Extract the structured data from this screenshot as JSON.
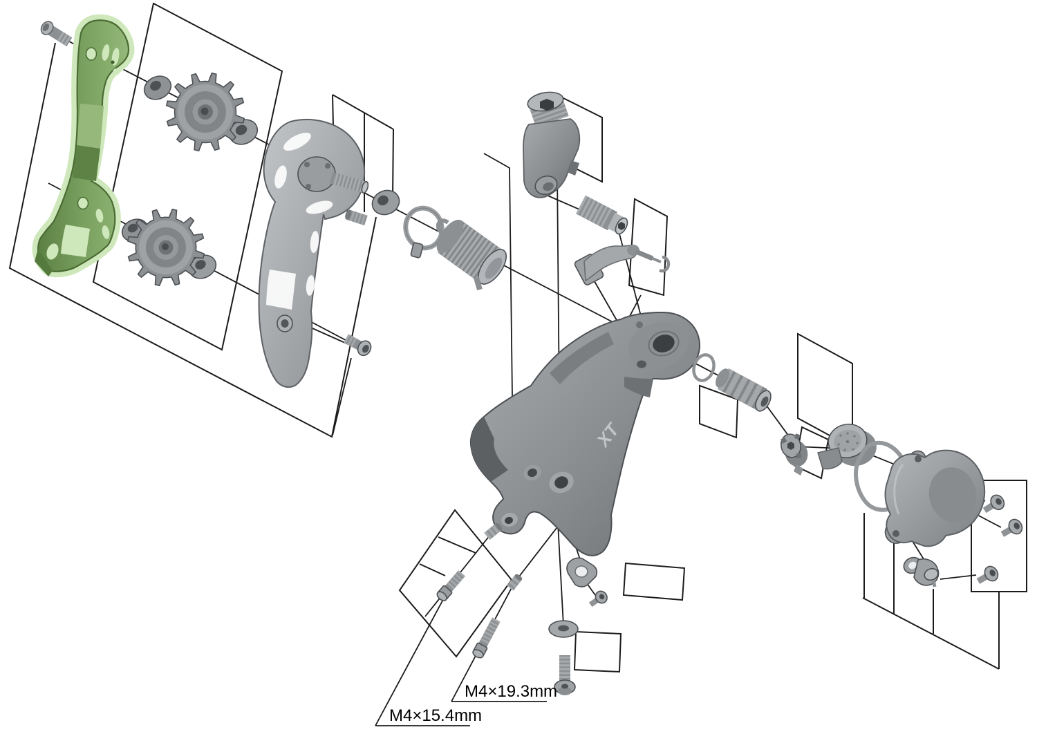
{
  "diagram": {
    "type": "exploded-parts-diagram",
    "subject": "rear derailleur",
    "body_logo": "XT",
    "labels": {
      "bolt_long": "M4×19.3mm",
      "bolt_short": "M4×15.4mm"
    },
    "highlight": {
      "part": "inner-plate",
      "fill": "#79a05f",
      "glow": "#cfe8bb",
      "edge": "#4a6b34"
    },
    "colors": {
      "background": "#ffffff",
      "line": "#1b1b1b",
      "part_light": "#b6b9bc",
      "part_mid": "#9a9da0",
      "part_dark": "#6b6e71",
      "hole_dark": "#45484b"
    },
    "parts": [
      {
        "id": "pulley-bolt-upper"
      },
      {
        "id": "inner-plate",
        "highlighted": true
      },
      {
        "id": "pulley-washer-1"
      },
      {
        "id": "guide-pulley"
      },
      {
        "id": "pulley-washer-2"
      },
      {
        "id": "pulley-washer-3"
      },
      {
        "id": "tension-pulley"
      },
      {
        "id": "pulley-washer-4"
      },
      {
        "id": "outer-plate"
      },
      {
        "id": "pulley-bolt-lower"
      },
      {
        "id": "stopper-screw"
      },
      {
        "id": "plate-washer"
      },
      {
        "id": "snap-ring"
      },
      {
        "id": "tension-spring"
      },
      {
        "id": "bracket-axle-unit"
      },
      {
        "id": "adjust-bushing"
      },
      {
        "id": "b-tension-lever"
      },
      {
        "id": "lever-clip"
      },
      {
        "id": "derailleur-body"
      },
      {
        "id": "o-ring"
      },
      {
        "id": "clutch-bushing"
      },
      {
        "id": "ratchet-cam"
      },
      {
        "id": "switch-lever-unit"
      },
      {
        "id": "cover-gasket"
      },
      {
        "id": "clutch-cover"
      },
      {
        "id": "cover-bolt-1"
      },
      {
        "id": "cover-bolt-2"
      },
      {
        "id": "cover-bolt-3"
      },
      {
        "id": "cable-guide"
      },
      {
        "id": "cable-washer"
      },
      {
        "id": "cable-clamp-bolt"
      },
      {
        "id": "cable-fixing-plate"
      },
      {
        "id": "plate-screw"
      },
      {
        "id": "mount-sleeve-1"
      },
      {
        "id": "mount-sleeve-2"
      },
      {
        "id": "mount-bolt-short"
      },
      {
        "id": "mount-bolt-long"
      }
    ]
  }
}
